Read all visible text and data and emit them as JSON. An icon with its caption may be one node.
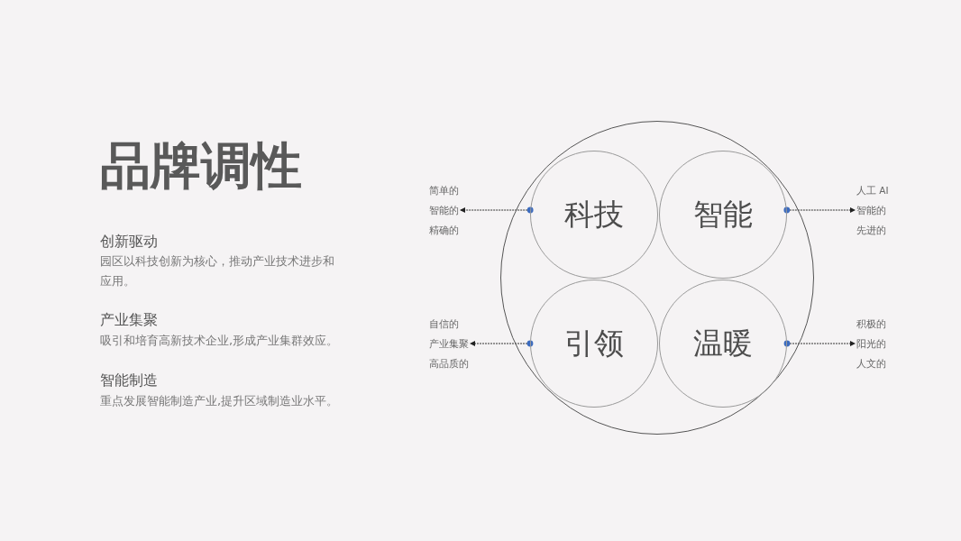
{
  "diagram": {
    "title": "品牌调性",
    "nodes": [
      {
        "text": [],
        "shape": "circle"
      },
      {
        "text": [
          "科技"
        ],
        "in": 0
      },
      {
        "text": [
          "智能"
        ],
        "in": 0
      },
      {
        "text": [
          "引领"
        ],
        "in": 0
      },
      {
        "text": [
          "温暖"
        ],
        "in": 0
      },
      {
        "text": [
          "简单的",
          "智能的",
          "精确的"
        ]
      },
      {
        "text": [
          "人工 AI",
          "智能的",
          "先进的"
        ]
      },
      {
        "text": [
          "自信的",
          "产业集聚",
          "高品质的"
        ]
      },
      {
        "text": [
          "积极的",
          "阳光的",
          "人文的"
        ]
      }
    ],
    "edges": [
      {
        "from": 1,
        "to": 5,
        "arrow": "to",
        "style": "dashed"
      },
      {
        "from": 2,
        "to": 6,
        "arrow": "to",
        "style": "dashed"
      },
      {
        "from": 3,
        "to": 7,
        "arrow": "to",
        "style": "dashed"
      },
      {
        "from": 4,
        "to": 8,
        "arrow": "to",
        "style": "dashed"
      }
    ],
    "labels": [
      "创新驱动",
      "园区以科技创新为核心，推动产业技术进步和应用。",
      "产业集聚",
      "吸引和培育高新技术企业,形成产业集群效应。",
      "智能制造",
      "重点发展智能制造产业,提升区域制造业水平。"
    ]
  }
}
